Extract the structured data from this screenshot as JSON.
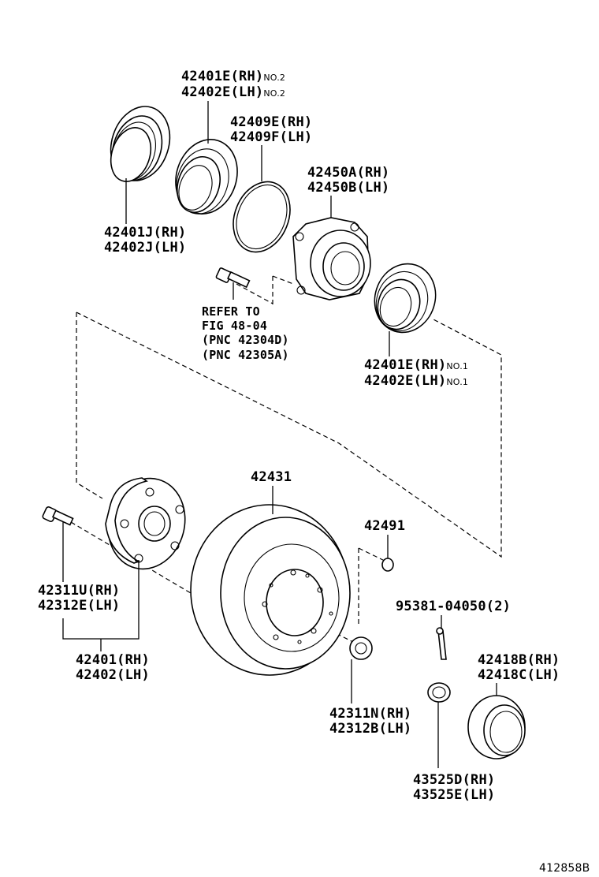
{
  "labels": {
    "p42401E_no2": {
      "num": "42401E",
      "side": "(RH)",
      "note": "NO.2"
    },
    "p42402E_no2": {
      "num": "42402E",
      "side": "(LH)",
      "note": "NO.2"
    },
    "p42409E": "42409E(RH)",
    "p42409F": "42409F(LH)",
    "p42450A": "42450A(RH)",
    "p42450B": "42450B(LH)",
    "p42401J": "42401J(RH)",
    "p42402J": "42402J(LH)",
    "refer": [
      "REFER TO",
      "FIG 48-04",
      "(PNC 42304D)",
      "(PNC 42305A)"
    ],
    "p42401E_no1": {
      "num": "42401E",
      "side": "(RH)",
      "note": "NO.1"
    },
    "p42402E_no1": {
      "num": "42402E",
      "side": "(LH)",
      "note": "NO.1"
    },
    "p42431": "42431",
    "p42491": "42491",
    "p95381": "95381-04050(2)",
    "p42311U": "42311U(RH)",
    "p42312E": "42312E(LH)",
    "p42401": "42401(RH)",
    "p42402": "42402(LH)",
    "p42418B": "42418B(RH)",
    "p42418C": "42418C(LH)",
    "p42311N": "42311N(RH)",
    "p42312B": "42312B(LH)",
    "p43525D": "43525D(RH)",
    "p43525E": "43525E(LH)"
  },
  "figure_code": "412858B"
}
